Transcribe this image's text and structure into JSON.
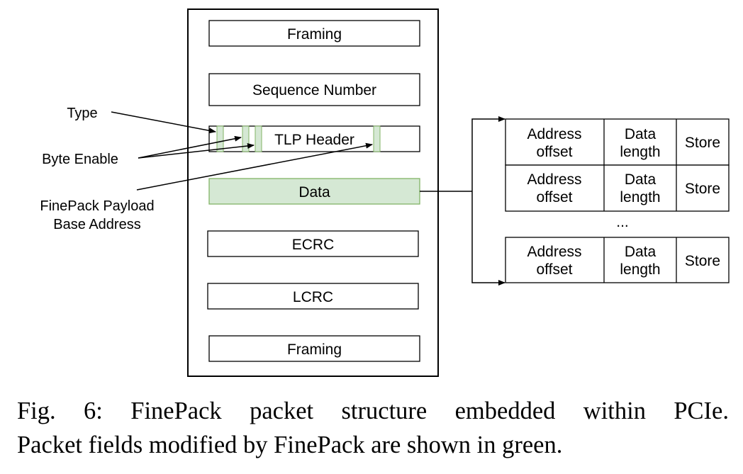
{
  "packet": {
    "fields": {
      "framing_top": "Framing",
      "sequence_number": "Sequence Number",
      "tlp_header": "TLP Header",
      "data": "Data",
      "ecrc": "ECRC",
      "lcrc": "LCRC",
      "framing_bottom": "Framing"
    }
  },
  "annotations": {
    "type": "Type",
    "byte_enable": "Byte Enable",
    "payload_base_line1": "FinePack Payload",
    "payload_base_line2": "Base Address"
  },
  "subpacket_table": {
    "rows": [
      {
        "address_line1": "Address",
        "address_line2": "offset",
        "length_line1": "Data",
        "length_line2": "length",
        "store": "Store"
      },
      {
        "address_line1": "Address",
        "address_line2": "offset",
        "length_line1": "Data",
        "length_line2": "length",
        "store": "Store"
      },
      {
        "address_line1": "Address",
        "address_line2": "offset",
        "length_line1": "Data",
        "length_line2": "length",
        "store": "Store"
      }
    ],
    "ellipsis": "..."
  },
  "colors": {
    "modified_fill": "#d5e8d4",
    "modified_stroke": "#82b366",
    "line": "#000000"
  },
  "caption": {
    "line1": "Fig. 6: FinePack packet structure embedded within PCIe.",
    "line2": "Packet fields modified by FinePack are shown in green."
  }
}
